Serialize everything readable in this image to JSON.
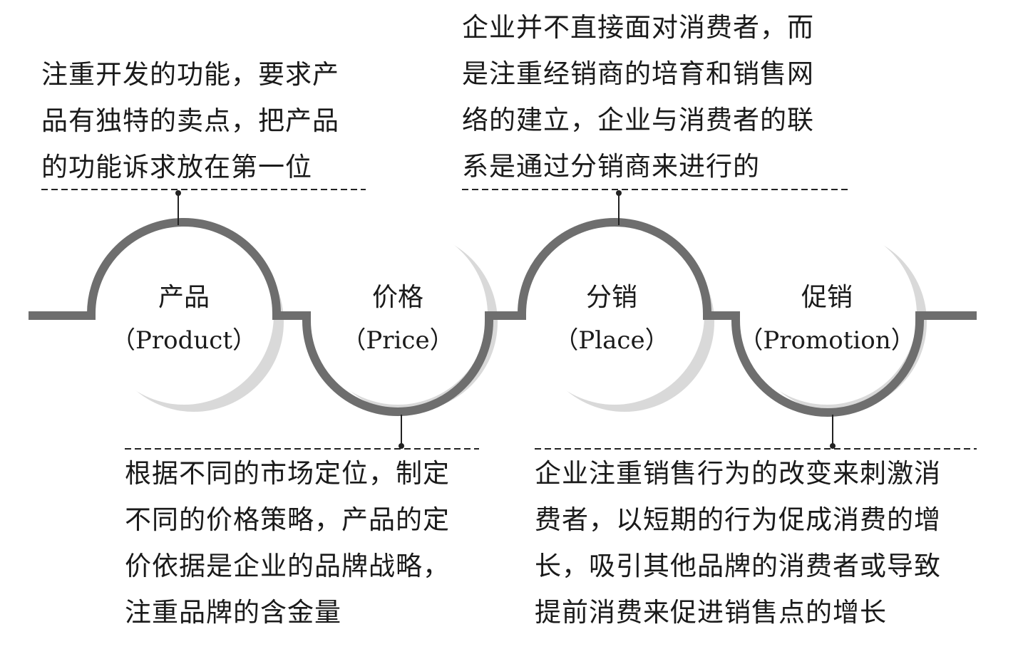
{
  "colors": {
    "wave": "#6e6e6e",
    "shadow": "#d9d9d9",
    "text": "#1a1a1a"
  },
  "nodes": [
    {
      "cn": "产品",
      "en": "（Product）"
    },
    {
      "cn": "价格",
      "en": "（Price）"
    },
    {
      "cn": "分销",
      "en": "（Place）"
    },
    {
      "cn": "促销",
      "en": "（Promotion）"
    }
  ],
  "descriptions": {
    "product": [
      "注重开发的功能，要求产",
      "品有独特的卖点，把产品",
      "的功能诉求放在第一位"
    ],
    "place": [
      "企业并不直接面对消费者，而",
      "是注重经销商的培育和销售网",
      "络的建立，企业与消费者的联",
      "系是通过分销商来进行的"
    ],
    "price": [
      "根据不同的市场定位，制定",
      "不同的价格策略，产品的定",
      "价依据是企业的品牌战略，",
      "注重品牌的含金量"
    ],
    "promotion": [
      "企业注重销售行为的改变来刺激消",
      "费者，以短期的行为促成消费的增",
      "长，吸引其他品牌的消费者或导致",
      "提前消费来促进销售点的增长"
    ]
  }
}
